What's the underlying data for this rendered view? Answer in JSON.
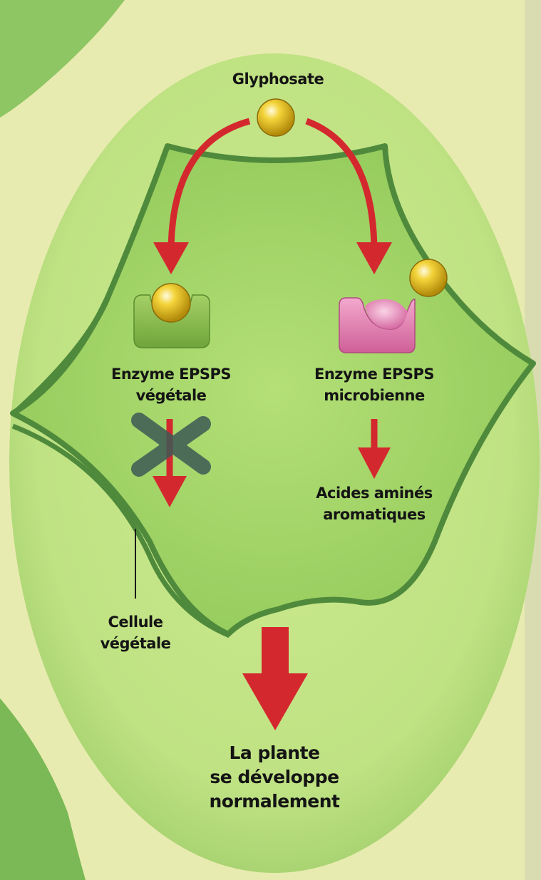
{
  "diagram": {
    "glyphosate": "Glyphosate",
    "enzyme_plant": [
      "Enzyme EPSPS",
      "végétale"
    ],
    "enzyme_microbial": [
      "Enzyme EPSPS",
      "microbienne"
    ],
    "amino_acids": [
      "Acides aminés",
      "aromatiques"
    ],
    "plant_cell": [
      "Cellule",
      "végétale"
    ],
    "outcome": [
      "La plante",
      "se développe",
      "normalement"
    ]
  },
  "colors": {
    "arrow": "#d4282f",
    "membrane": "#4f8a3c",
    "cell_fill": "#a6d66a",
    "oval_fill": "#c6e88a",
    "glyphosate_ball": "#e8c21a",
    "enzyme_plant": "#8fc04f",
    "enzyme_microbial": "#e07fb0",
    "inhibition_cross": "#3d5a55"
  }
}
